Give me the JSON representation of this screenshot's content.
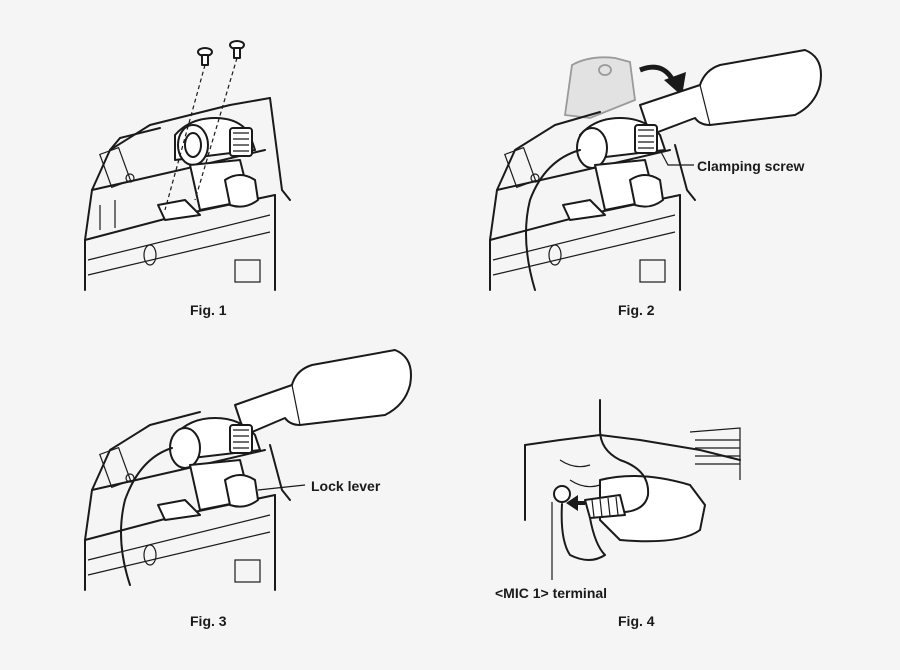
{
  "figures": [
    {
      "caption": "Fig. 1"
    },
    {
      "caption": "Fig. 2",
      "callout": "Clamping screw"
    },
    {
      "caption": "Fig. 3",
      "callout": "Lock lever"
    },
    {
      "caption": "Fig. 4",
      "callout": "<MIC 1> terminal"
    }
  ]
}
